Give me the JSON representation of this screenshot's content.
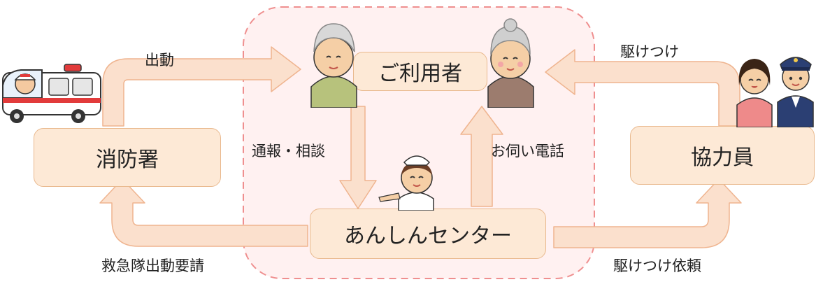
{
  "nodes": {
    "user": "ご利用者",
    "fire": "消防署",
    "center": "あんしんセンター",
    "helper": "協力員"
  },
  "edges": {
    "dispatch": "出動",
    "rush": "駆けつけ",
    "report": "通報・相談",
    "call": "お伺い電話",
    "ambulance_request": "救急隊出動要請",
    "rush_request": "駆けつけ依頼"
  },
  "colors": {
    "box_fill": "#fde9d6",
    "box_border": "#e9b98e",
    "arrow_fill": "#fbe0cd",
    "arrow_stroke": "#efb48f",
    "zone_fill": "#fff1f1",
    "zone_border": "#ef8f8f"
  },
  "icons": [
    "ambulance-icon",
    "grandfather-icon",
    "grandmother-icon",
    "nurse-icon",
    "woman-icon",
    "police-officer-icon"
  ]
}
